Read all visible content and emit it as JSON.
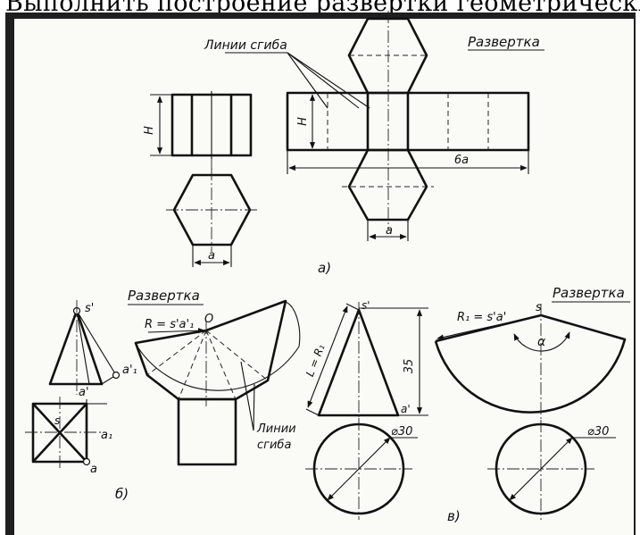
{
  "header": {
    "text": "Выполнить построение развертки геометрических"
  },
  "labels": {
    "fig_a": "а)",
    "fig_b": "б)",
    "fig_v": "в)",
    "razvertka_a": "Развертка",
    "razvertka_b": "Развертка",
    "razvertka_v": "Развертка",
    "fold_lines_a": "Линии сгиба",
    "fold_lines_b_1": "Линии",
    "fold_lines_b_2": "сгиба",
    "H_left": "H",
    "H_right": "H",
    "six_a": "6a",
    "a_hex_bottom": "a",
    "a_net": "a",
    "s_prime": "s'",
    "a1_prime": "a'₁",
    "a_prime": "a'",
    "s_point": "s",
    "a1": "a₁",
    "a_point": "a",
    "R_formula": "R = s'a'₁",
    "O_point": "O",
    "s_cone": "s'",
    "L_formula": "L = R₁",
    "dim_35": "35",
    "a_cone": "a'",
    "diam_30_left": "⌀30",
    "R1_formula": "R₁ = s'a'",
    "s_fan": "s",
    "alpha": "α",
    "diam_30_right": "⌀30"
  },
  "colors": {
    "line": "#111111",
    "frame": "#1f1f1f",
    "paper": "#fafaf7"
  }
}
